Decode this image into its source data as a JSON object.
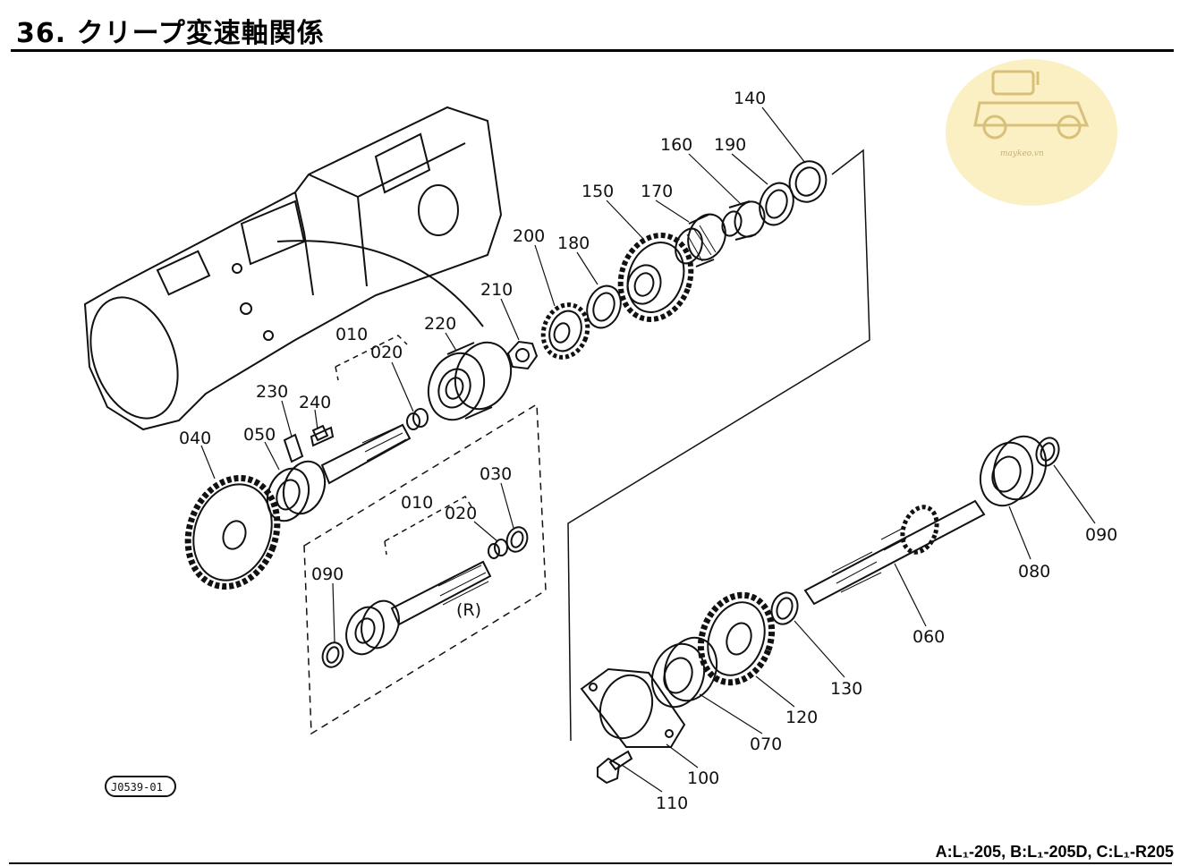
{
  "page": {
    "title": "36. クリープ変速軸関係",
    "models_line": "A:L₁-205, B:L₁-205D, C:L₁-R205",
    "drawing_code": "J0539-01",
    "watermark_text": "maykeo.vn",
    "variant_note": "(R)"
  },
  "part_labels": {
    "p140": "140",
    "p160": "160",
    "p190": "190",
    "p150": "150",
    "p170": "170",
    "p200": "200",
    "p180": "180",
    "p210": "210",
    "p220": "220",
    "p010a": "010",
    "p020a": "020",
    "p230": "230",
    "p240": "240",
    "p040": "040",
    "p050": "050",
    "p030": "030",
    "p010b": "010",
    "p020b": "020",
    "p090a": "090",
    "p090b": "090",
    "p080": "080",
    "p060": "060",
    "p130": "130",
    "p120": "120",
    "p070": "070",
    "p100": "100",
    "p110": "110"
  },
  "colors": {
    "ink": "#111111",
    "watermark_bg": "#fbf0c4",
    "watermark_ink": "#d9c07a"
  }
}
